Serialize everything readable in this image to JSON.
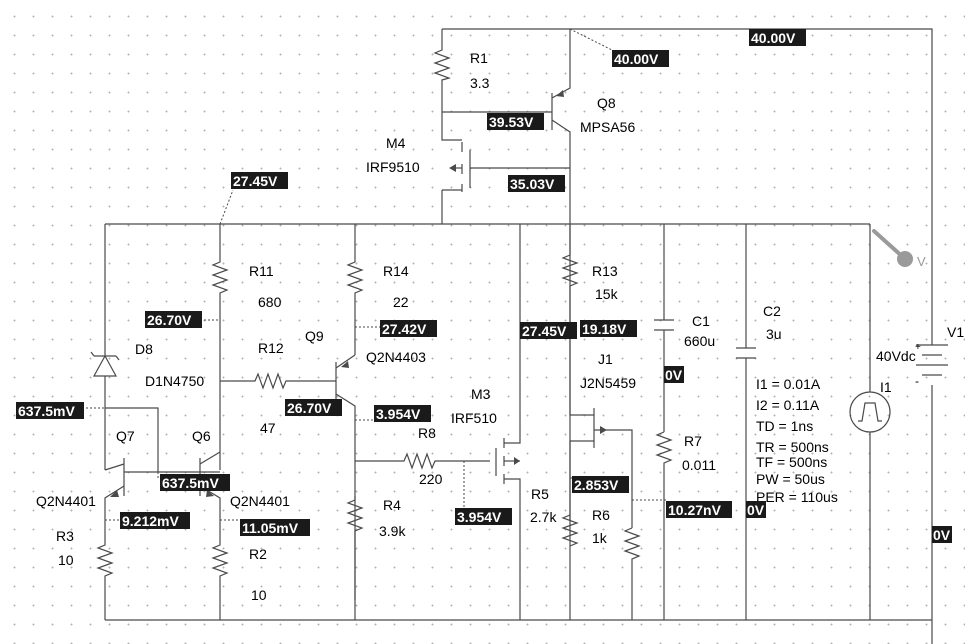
{
  "components": {
    "R1": {
      "ref": "R1",
      "value": "3.3"
    },
    "Q8": {
      "ref": "Q8",
      "model": "MPSA56"
    },
    "M4": {
      "ref": "M4",
      "model": "IRF9510"
    },
    "R11": {
      "ref": "R11",
      "value": "680"
    },
    "R14": {
      "ref": "R14",
      "value": "22"
    },
    "R12": {
      "ref": "R12",
      "value": "47"
    },
    "Q9": {
      "ref": "Q9",
      "model": "Q2N4403"
    },
    "D8": {
      "ref": "D8",
      "model": "D1N4750"
    },
    "Q7": {
      "ref": "Q7",
      "model": "Q2N4401"
    },
    "Q6": {
      "ref": "Q6",
      "model": "Q2N4401"
    },
    "R3": {
      "ref": "R3",
      "value": "10"
    },
    "R2": {
      "ref": "R2",
      "value": "10"
    },
    "R8": {
      "ref": "R8",
      "value": "220"
    },
    "R4": {
      "ref": "R4",
      "value": "3.9k"
    },
    "M3": {
      "ref": "M3",
      "model": "IRF510"
    },
    "R5": {
      "ref": "R5",
      "value": "2.7k"
    },
    "R13": {
      "ref": "R13",
      "value": "15k"
    },
    "J1": {
      "ref": "J1",
      "model": "J2N5459"
    },
    "R6": {
      "ref": "R6",
      "value": "1k"
    },
    "C1": {
      "ref": "C1",
      "value": "660u"
    },
    "R7": {
      "ref": "R7",
      "value": "0.011"
    },
    "C2": {
      "ref": "C2",
      "value": "3u"
    },
    "I1": {
      "ref": "I1"
    },
    "V1": {
      "ref": "V1",
      "value": "40Vdc"
    }
  },
  "source_params": [
    "I1 = 0.01A",
    "I2 = 0.11A",
    "TD = 1ns",
    "TR = 500ns",
    "TF = 500ns",
    "PW = 50us",
    "PER = 110us"
  ],
  "probe_label": "V",
  "voltages": {
    "rail_top": "40.00V",
    "q8_emitter": "40.00V",
    "q8_base": "39.53V",
    "m4_gate": "35.03V",
    "r11_top": "27.45V",
    "r11_bottom": "26.70V",
    "r14_bottom": "27.42V",
    "q9_base": "26.70V",
    "d8_anode": "637.5mV",
    "q6_base": "637.5mV",
    "q7_emitter": "9.212mV",
    "q6_emitter": "11.05mV",
    "q9_collector": "3.954V",
    "m3_gate": "3.954V",
    "m3_drain": "27.45V",
    "r13_bottom": "19.18V",
    "c1_bottom": "0V",
    "j1_source": "2.853V",
    "j1_gate": "10.27nV",
    "c2_node": "0V",
    "i1_node": "0V"
  }
}
